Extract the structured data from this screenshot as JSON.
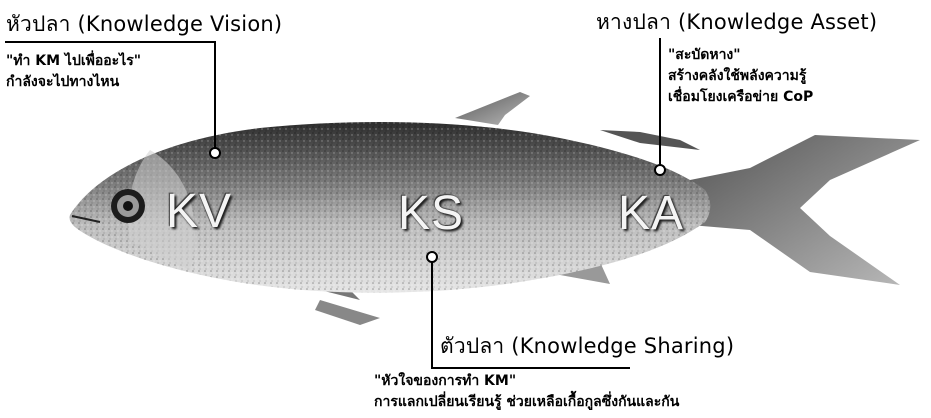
{
  "head": {
    "title": "หัวปลา (Knowledge Vision)",
    "note_line1": "\"ทำ KM ไปเพื่ออะไร\"",
    "note_line2": "กำลังจะไปทางไหน",
    "code": "KV"
  },
  "tail": {
    "title": "หางปลา (Knowledge Asset)",
    "note_line1": "\"สะบัดหาง\"",
    "note_line2": "สร้างคลังใช้พลังความรู้",
    "note_line3": "เชื่อมโยงเครือข่าย CoP",
    "code": "KA"
  },
  "body": {
    "title": "ตัวปลา (Knowledge Sharing)",
    "note_line1": "\"หัวใจของการทำ KM\"",
    "note_line2": "การแลกเปลี่ยนเรียนรู้ ช่วยเหลือเกื้อกูลซึ่งกันและกัน",
    "code": "KS"
  },
  "colors": {
    "fish_dark": "#3a3a3a",
    "fish_mid": "#8c8c8c",
    "fish_light": "#d8d8d8",
    "line": "#000000"
  }
}
